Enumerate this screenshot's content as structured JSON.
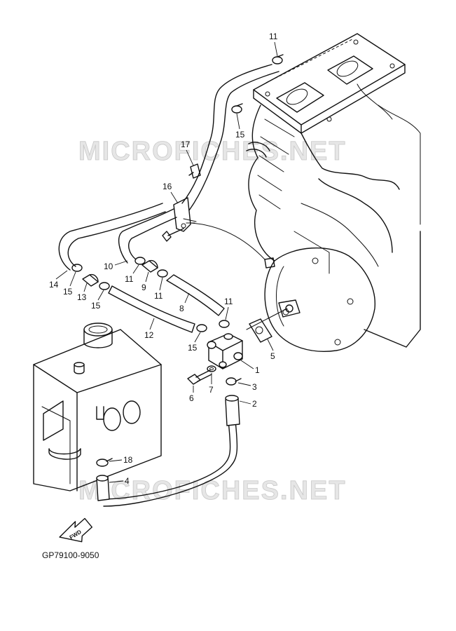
{
  "watermarks": [
    "MICROFICHES.NET",
    "MICROFICHES.NET"
  ],
  "figure_code": "GP79100-9050",
  "fwd_label": "FWD",
  "callouts": [
    "11",
    "15",
    "17",
    "16",
    "10",
    "14",
    "15",
    "13",
    "11",
    "9",
    "11",
    "15",
    "8",
    "12",
    "11",
    "15",
    "1",
    "5",
    "7",
    "6",
    "3",
    "2",
    "18",
    "4"
  ]
}
